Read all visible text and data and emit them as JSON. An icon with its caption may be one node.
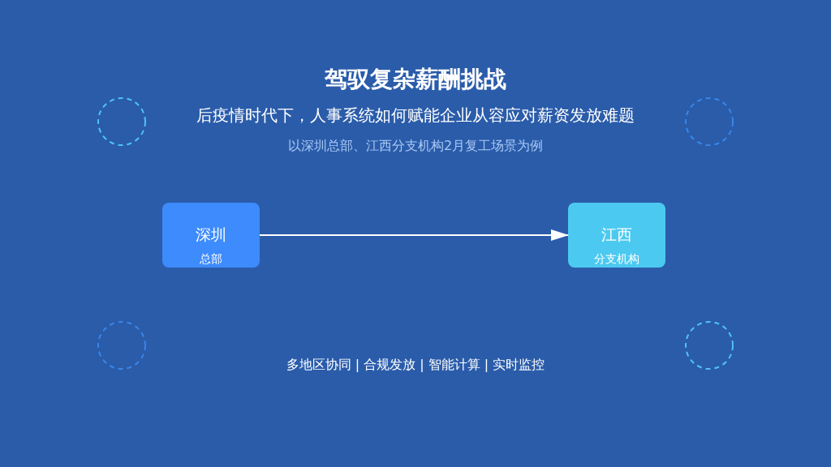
{
  "diagram": {
    "title": "驾驭复杂薪酬挑战",
    "nodes": [
      {
        "text": [
          "深圳",
          "总部"
        ]
      },
      {
        "text": [
          "江西",
          "分支机构"
        ]
      }
    ],
    "edges": [
      {
        "from": 0,
        "to": 1,
        "arrow": "to"
      }
    ],
    "labels": [
      "后疫情时代下，人事系统如何赋能企业从容应对薪资发放难题",
      "以深圳总部、江西分支机构2月复工场景为例",
      "多地区协同 | 合规发放 | 智能计算 | 实时监控"
    ]
  }
}
